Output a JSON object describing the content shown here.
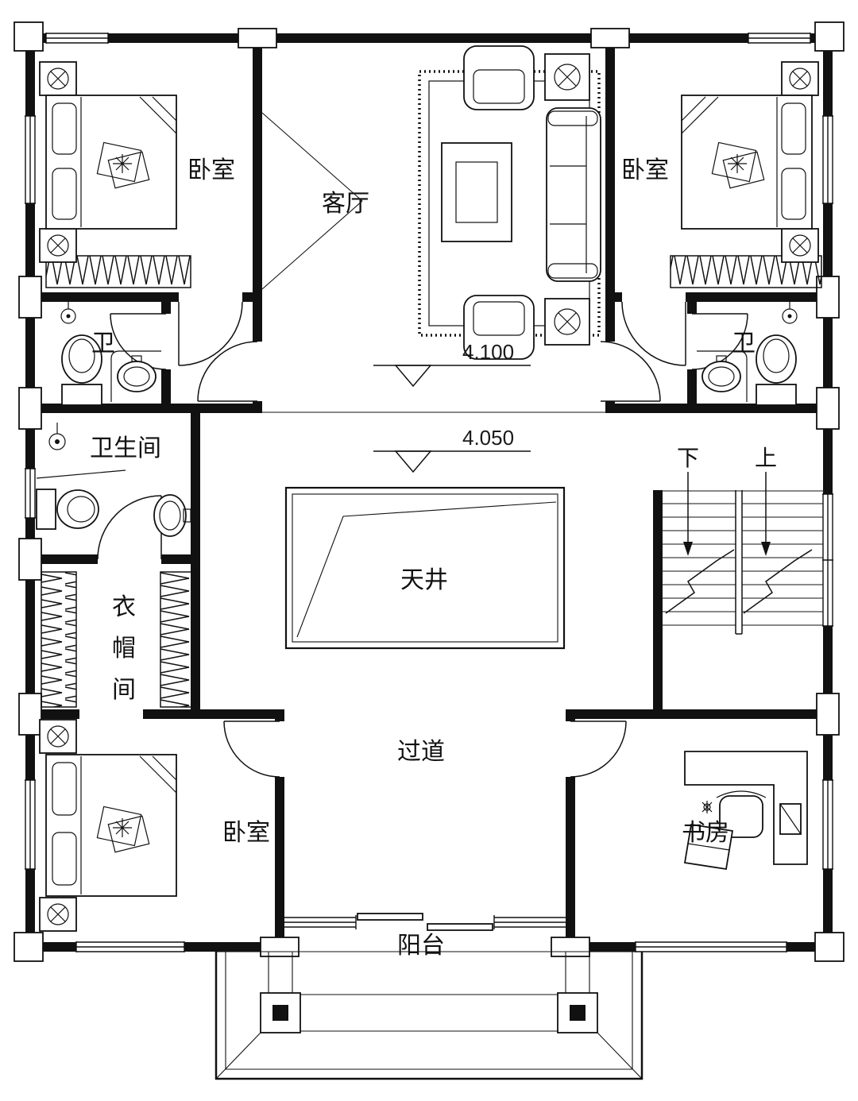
{
  "drawing": {
    "type": "residential-floor-plan",
    "line_color": "#111111",
    "background": "#ffffff"
  },
  "rooms": {
    "bedroom_top_left": "卧室",
    "living_room": "客厅",
    "bedroom_top_right": "卧室",
    "wc_left": "卫",
    "wc_right": "卫",
    "bathroom": "卫生间",
    "courtyard": "天井",
    "cloakroom_chars": [
      "衣",
      "帽",
      "间"
    ],
    "corridor": "过道",
    "bedroom_bottom_left": "卧室",
    "study": "书房",
    "balcony": "阳台"
  },
  "stairs": {
    "down": "下",
    "up": "上"
  },
  "elevations": {
    "living": "4.100",
    "courtyard": "4.050"
  }
}
